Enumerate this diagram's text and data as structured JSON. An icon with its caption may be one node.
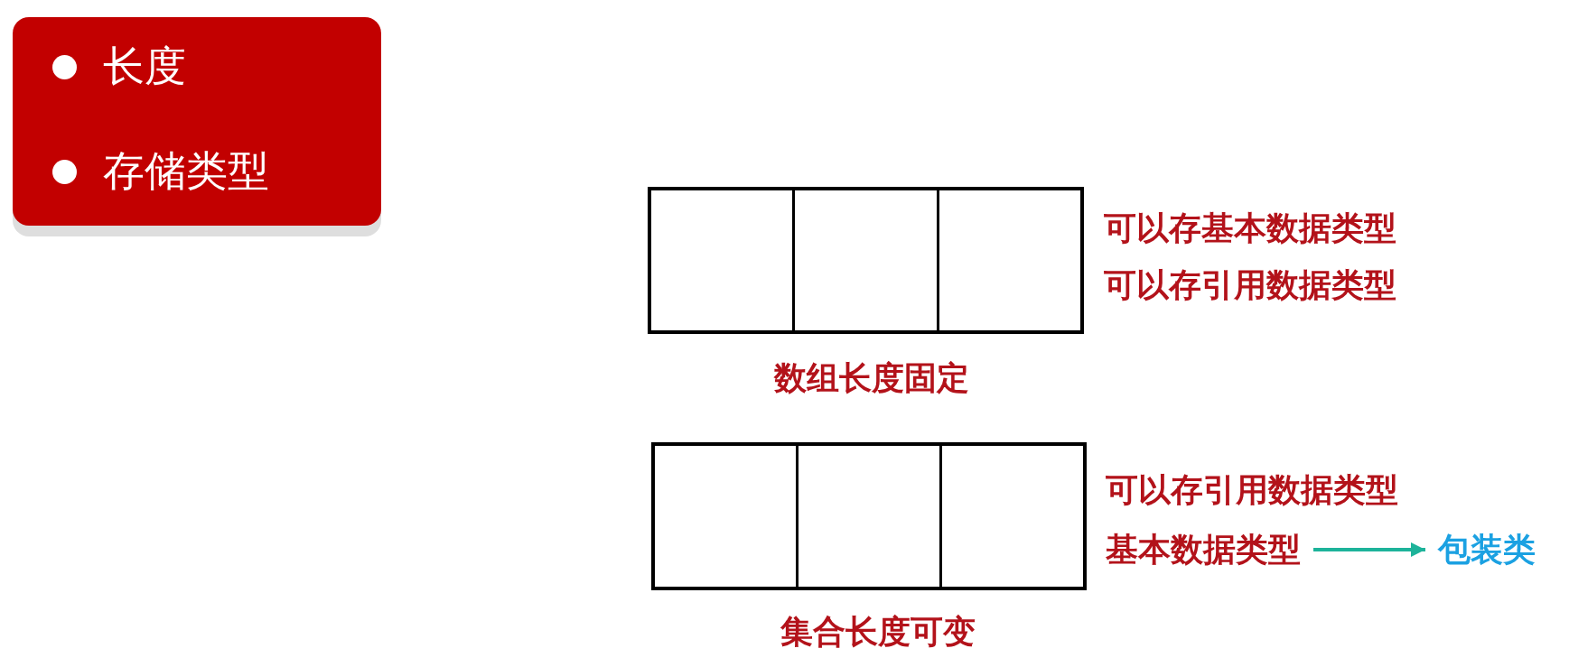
{
  "diagram": {
    "nodes": [
      {
        "text": [
          "长度",
          "存储类型"
        ]
      },
      {
        "text": [],
        "shape": "box",
        "beside": [
          "可以存基本数据类型",
          "可以存引用数据类型",
          "数组长度固定"
        ]
      },
      {
        "text": [],
        "shape": "box",
        "in": 1
      },
      {
        "text": [],
        "shape": "box",
        "in": 1
      },
      {
        "text": [],
        "shape": "box",
        "in": 1
      },
      {
        "text": [],
        "shape": "box",
        "beside": [
          "可以存引用数据类型",
          "集合长度可变"
        ]
      },
      {
        "text": [],
        "shape": "box",
        "in": 5
      },
      {
        "text": [],
        "shape": "box",
        "in": 5
      },
      {
        "text": [],
        "shape": "box",
        "in": 5
      },
      {
        "text": [
          "基本数据类型"
        ]
      },
      {
        "text": [
          "包装类"
        ]
      }
    ],
    "edges": [
      {
        "from": 9,
        "to": 10,
        "arrow": "to",
        "color": "#1db39a"
      }
    ]
  }
}
